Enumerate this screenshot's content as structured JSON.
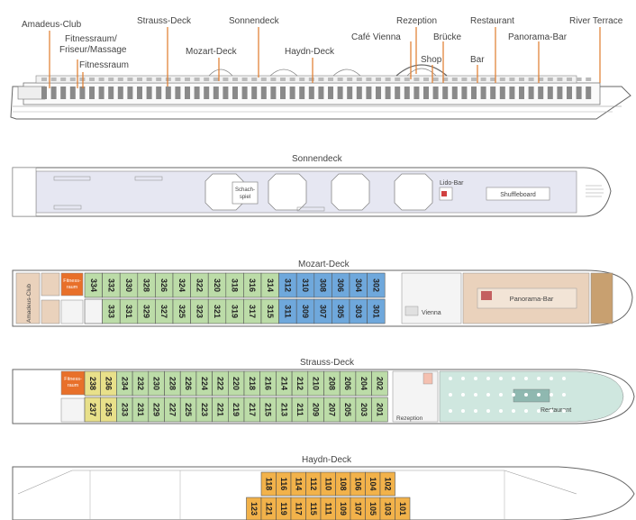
{
  "side_view": {
    "labels": [
      "Amadeus-Club",
      "Fitnessraum/",
      "Friseur/Massage",
      "Fitnessraum",
      "Strauss-Deck",
      "Mozart-Deck",
      "Sonnendeck",
      "Haydn-Deck",
      "Café Vienna",
      "Rezeption",
      "Brücke",
      "Shop",
      "Bar",
      "Restaurant",
      "Panorama-Bar",
      "River Terrace"
    ]
  },
  "sonnendeck": {
    "title": "Sonnendeck",
    "schach_label": "Schach-\nspiel",
    "lido_bar": "Lido-Bar",
    "shuffleboard": "Shuffleboard"
  },
  "mozart": {
    "title": "Mozart-Deck",
    "amadeus_club": "Amadeus-Club",
    "fitness": "Fitness-\nraum",
    "vienna": "Vienna",
    "panorama_bar": "Panorama-Bar",
    "top_green": [
      "334",
      "332",
      "330",
      "328",
      "326",
      "324",
      "322",
      "320",
      "318",
      "316",
      "314"
    ],
    "top_blue": [
      "312",
      "310",
      "308",
      "306",
      "304",
      "302"
    ],
    "bottom_green": [
      "333",
      "331",
      "329",
      "327",
      "325",
      "323",
      "321",
      "319",
      "317",
      "315"
    ],
    "bottom_blue": [
      "311",
      "309",
      "307",
      "305",
      "303",
      "301"
    ]
  },
  "strauss": {
    "title": "Strauss-Deck",
    "fitness": "Fitness-\nraum",
    "rezeption": "Rezeption",
    "restaurant": "Restaurant",
    "top_yellow": [
      "238",
      "236"
    ],
    "top_green": [
      "234",
      "232",
      "230",
      "228",
      "226",
      "224",
      "222",
      "220",
      "218",
      "216",
      "214",
      "212",
      "210",
      "208",
      "206",
      "204",
      "202"
    ],
    "bottom_yellow": [
      "237",
      "235"
    ],
    "bottom_green": [
      "233",
      "231",
      "229",
      "227",
      "225",
      "223",
      "221",
      "219",
      "217",
      "215",
      "213",
      "211",
      "209",
      "207",
      "205",
      "203",
      "201"
    ]
  },
  "haydn": {
    "title": "Haydn-Deck",
    "top_orange": [
      "118",
      "116",
      "114",
      "112",
      "110",
      "108",
      "106",
      "104",
      "102"
    ],
    "bottom_orange": [
      "123",
      "121",
      "119",
      "117",
      "115",
      "111",
      "109",
      "107",
      "105",
      "103",
      "101"
    ]
  },
  "colors": {
    "green": "#bcdca8",
    "blue": "#6fa8dc",
    "orange_fitness": "#e8702a",
    "yellow": "#e8e08a",
    "orange_cabin": "#f2b24a",
    "tan": "#ead2bc",
    "lavender": "#e4e6f2",
    "outline": "#666666"
  }
}
